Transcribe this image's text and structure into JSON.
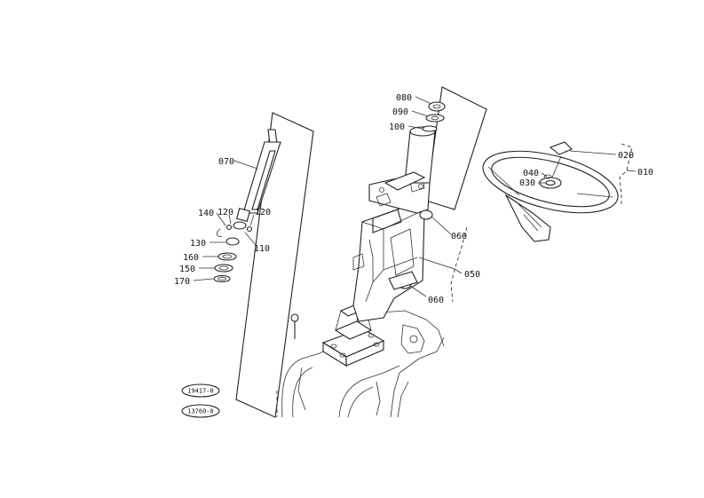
{
  "labels": {
    "p010": "010",
    "p020": "020",
    "p030": "030",
    "p040": "040",
    "p050": "050",
    "p060a": "060",
    "p060b": "060",
    "p070": "070",
    "p080": "080",
    "p090": "090",
    "p100": "100",
    "p110": "110",
    "p120a": "120",
    "p120b": "120",
    "p130": "130",
    "p140": "140",
    "p150": "150",
    "p160": "160",
    "p170": "170"
  },
  "refs": {
    "ref1": "19417-0",
    "ref2": "13760-0"
  }
}
